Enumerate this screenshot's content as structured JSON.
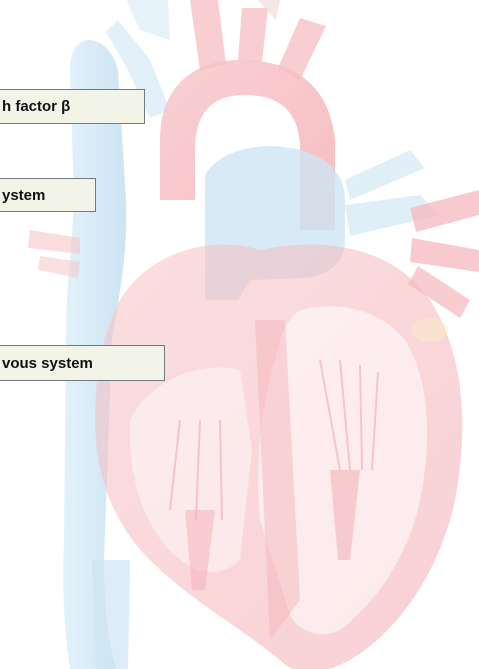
{
  "diagram": {
    "labels": [
      {
        "text": "h factor β"
      },
      {
        "text": "ystem"
      },
      {
        "text": "vous system"
      }
    ],
    "colors": {
      "artery_red": "#f6b9bd",
      "artery_dark": "#ee9aa0",
      "vein_blue": "#cfe6f4",
      "vein_dark": "#b4d6ec",
      "label_fill": "#f3f4e8",
      "label_border": "#6f7a84"
    },
    "background_image": "faded anatomical heart illustration"
  }
}
